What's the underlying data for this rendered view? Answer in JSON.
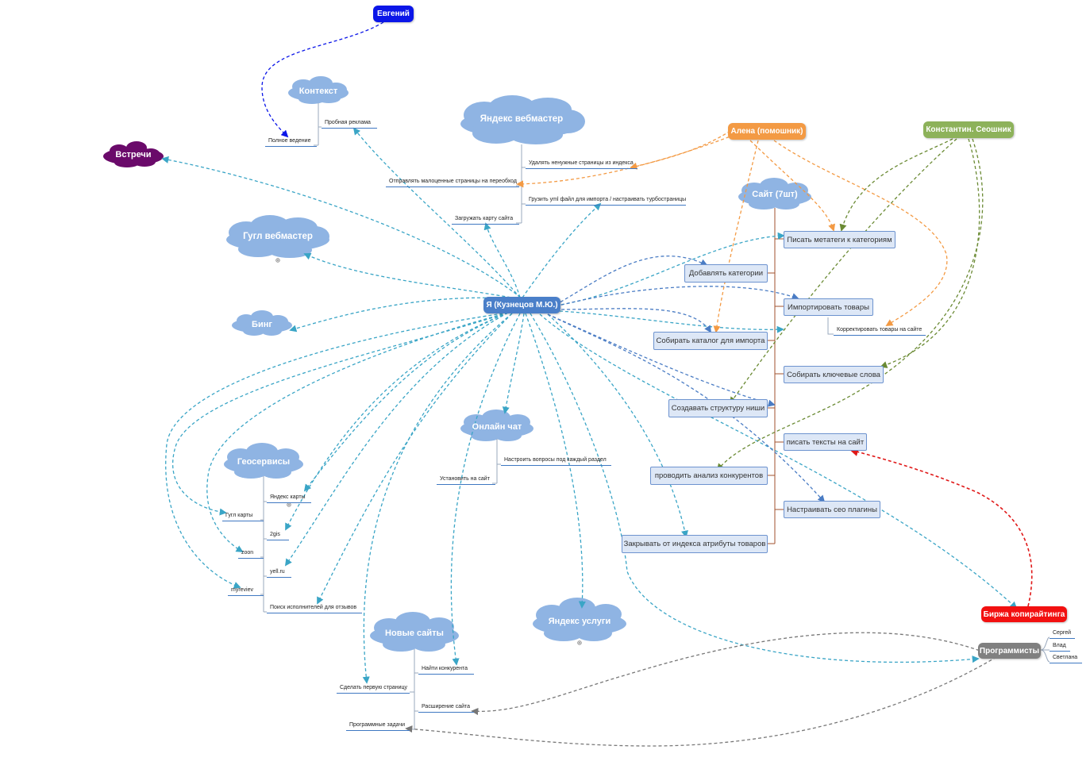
{
  "center": "Я (Кузнецов М.Ю.)",
  "people": {
    "evgeny": "Евгений",
    "alena": "Алена (помошник)",
    "konstantin": "Константин. Сеошник",
    "birzha": "Биржа копирайтинга",
    "programmers": "Программисты"
  },
  "clouds": {
    "vstrechi": "Встречи",
    "kontekst": "Контекст",
    "yandex_webmaster": "Яндекс вебмастер",
    "google_webmaster": "Гугл вебмастер",
    "bing": "Бинг",
    "site": "Сайт (7шт)",
    "online_chat": "Онлайн чат",
    "geoservisy": "Геосервисы",
    "new_sites": "Новые сайты",
    "yandex_uslugi": "Яндекс услуги"
  },
  "kontekst_items": [
    "Пробная реклама",
    "Полное ведение"
  ],
  "webmaster_items": [
    "Удалять ненужные страницы из индекса",
    "Отправлять малоценные страницы на переобход",
    "Грузить yml файл для импорта / настраивать турбостраницы",
    "Загружать карту сайта"
  ],
  "site_tasks": [
    "Писать метатеги к категориям",
    "Добавлять категории",
    "Импортировать товары",
    "Собирать каталог для импорта",
    "Собирать ключевые слова",
    "Создавать структуру ниши",
    "писать тексты на сайт",
    "проводить анализ конкурентов",
    "Настраивать сео плагины",
    "Закрывать от индекса атрибуты товаров"
  ],
  "site_subitem": "Корректировать товары на сайте",
  "chat_items": [
    "Настроить вопросы под каждый раздел",
    "Установить на сайт"
  ],
  "geo_items": [
    "Яндекс карты",
    "Гугл карты",
    "2gis",
    "zoon",
    "yell.ru",
    "myreviev",
    "Поиск исполнителей для отзывов"
  ],
  "new_site_items": [
    "Найти конкурента",
    "Сделать первую страницу",
    "Расширение сайта",
    "Программные задачи"
  ],
  "programmers_list": [
    "Сергей",
    "Влад",
    "Светлана"
  ],
  "colors": {
    "center": "#4a7fc9",
    "cloud": "#8fb4e3",
    "evgeny": "#0b16e8",
    "alena": "#f39a44",
    "konstantin": "#7ea74a",
    "birzha": "#f21010",
    "programmers": "#808080",
    "vstrechi": "#6a0a6a",
    "link_teal": "#3aa5c6",
    "link_blue": "#4a7cc4",
    "link_green": "#6a8a33",
    "link_red": "#e01818",
    "link_grey": "#777777"
  }
}
